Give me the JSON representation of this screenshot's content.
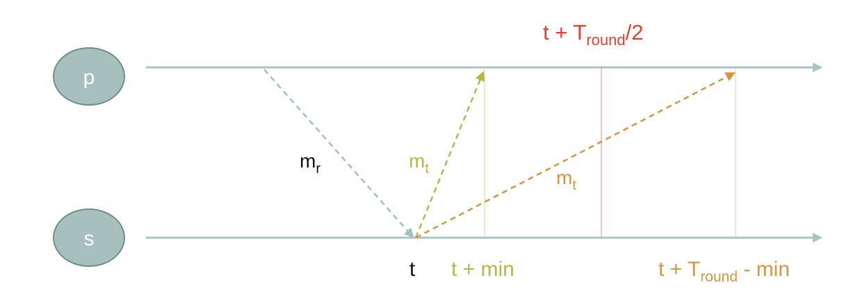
{
  "nodes": {
    "p": "p",
    "s": "s"
  },
  "labels": {
    "top_time": {
      "base": "t + T",
      "sub": "round",
      "tail": "/2"
    },
    "m_r": {
      "base": "m",
      "sub": "r"
    },
    "m_t_short": {
      "base": "m",
      "sub": "t"
    },
    "m_t_long": {
      "base": "m",
      "sub": "t"
    },
    "t": "t",
    "t_plus_min": "t + min",
    "t_plus_round_minus_min": {
      "base": "t + T",
      "sub": "round",
      "tail": " - min"
    }
  },
  "colors": {
    "node_fill": "#a8c0bd",
    "node_stroke": "#6f8f8b",
    "timeline": "#a9c4c6",
    "m_r": "#9fc1c3",
    "olive": "#b5b846",
    "orange": "#d8943f",
    "red": "#e8402e",
    "black": "#111111"
  }
}
